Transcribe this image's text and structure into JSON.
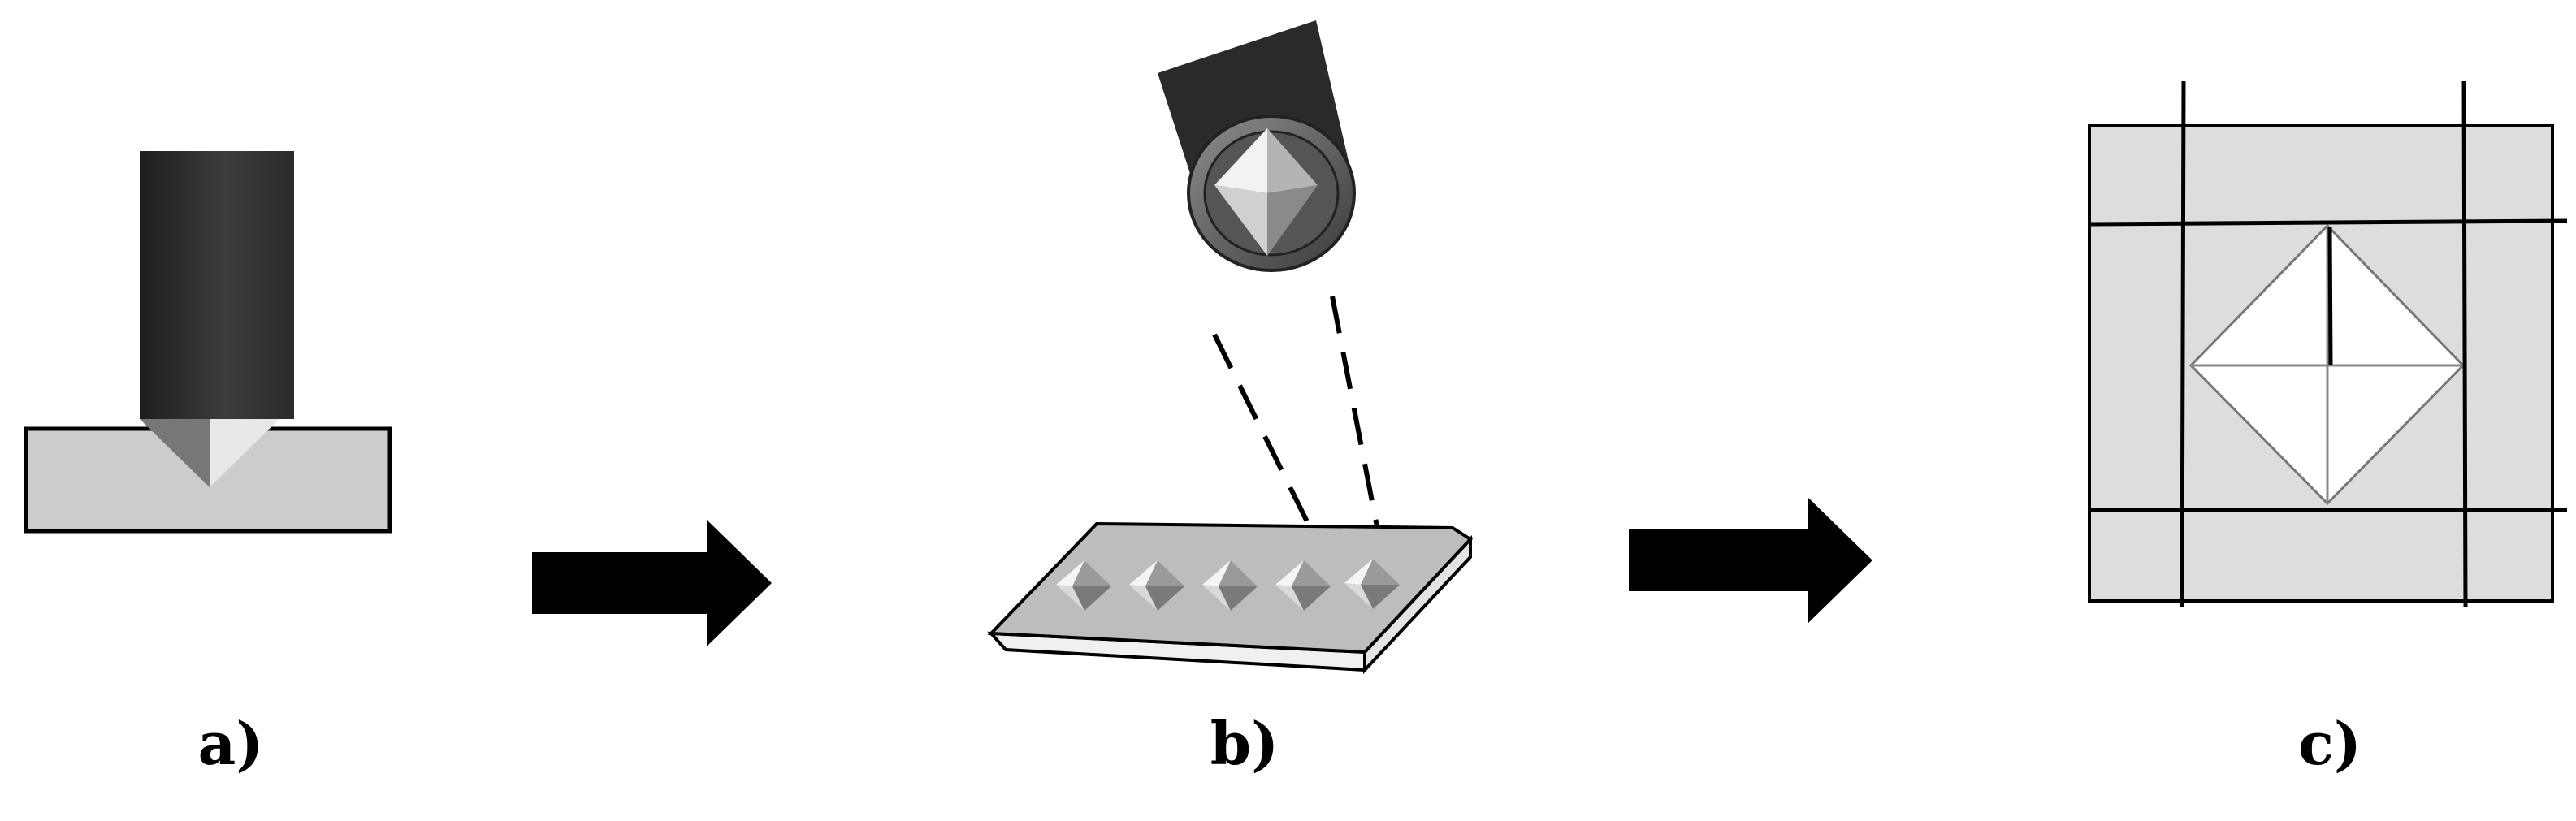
{
  "panels": [
    {
      "id": "a",
      "label": "a)"
    },
    {
      "id": "b",
      "label": "b)"
    },
    {
      "id": "c",
      "label": "c)"
    }
  ],
  "colors": {
    "indenter_dark": "#2b2b2b",
    "indenter_light": "#4a4a4a",
    "specimen_fill": "#cccccc",
    "outline": "#000000",
    "arrow": "#000000",
    "tip_light": "#e6e6e6",
    "tip_dark": "#6f6f6f",
    "grid_bg": "#dddddd",
    "indent_face": "#ffffff"
  },
  "icons": {
    "step_arrow_1": "right-arrow",
    "step_arrow_2": "right-arrow"
  }
}
